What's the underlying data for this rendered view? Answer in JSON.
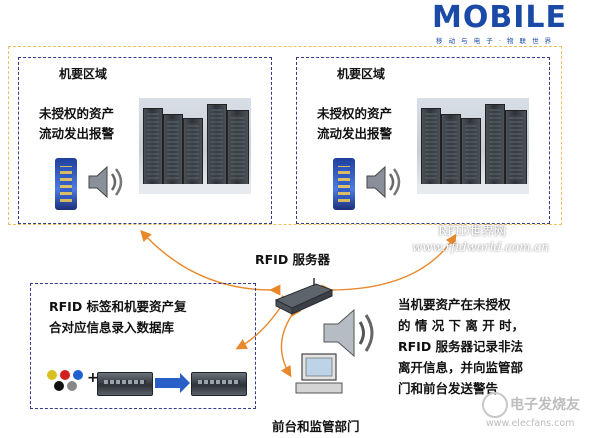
{
  "logo": {
    "name": "MOBILE",
    "subtitle": "移 动 与 电 子 · 物 联 世 界"
  },
  "zones": [
    {
      "title": "机要区域",
      "alert_line1": "未授权的资产",
      "alert_line2": "流动发出报警"
    },
    {
      "title": "机要区域",
      "alert_line1": "未授权的资产",
      "alert_line2": "流动发出报警"
    }
  ],
  "server": {
    "label": "RFID 服务器"
  },
  "watermark": {
    "line1": "RFID世界网",
    "line2": "www.rfidworld.com.cn"
  },
  "database_box": {
    "line1": "RFID 标签和机要资产复",
    "line2": "合对应信息录入数据库"
  },
  "notice": {
    "line1": "当机要资产在未授权",
    "line2": "的 情 况 下 离 开 时，",
    "line3": "RFID 服务器记录非法",
    "line4": "离开信息，并向监管部",
    "line5": "门和前台发送警告"
  },
  "monitor": {
    "label": "前台和监管部门"
  },
  "footer_watermark": {
    "brand": "电子发烧友",
    "url": "www.elecfans.com"
  },
  "colors": {
    "arrow": "#e8882a",
    "zone_border": "#333a8a",
    "outer_border": "#f0c060",
    "brand": "#1a4aa6"
  }
}
